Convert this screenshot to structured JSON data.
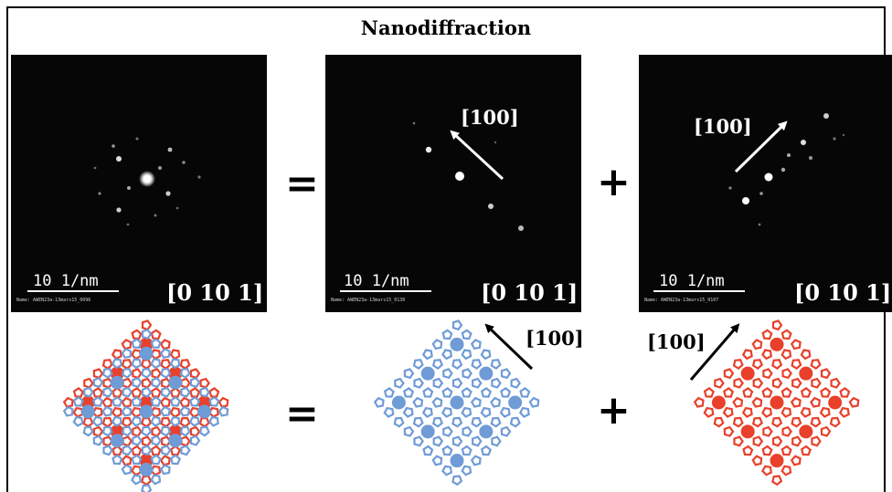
{
  "title": "Nanodiffraction",
  "panels": [
    {
      "scale_label": "10 1/nm",
      "file_name": "Name: AWEN23a-13mars15_0096",
      "zone_axis": "[0 10 1]",
      "direction_label": ""
    },
    {
      "scale_label": "10 1/nm",
      "file_name": "Name: AWEN23a-13mars15_0130",
      "zone_axis": "[0 10 1]",
      "direction_label": "[100]"
    },
    {
      "scale_label": "10 1/nm",
      "file_name": "Name: AWEN23a-13mars15_0107",
      "zone_axis": "[0 10 1]",
      "direction_label": "[100]"
    }
  ],
  "operators": {
    "equals_top": "=",
    "plus_top": "+",
    "equals_bottom": "=",
    "plus_bottom": "+"
  },
  "bottom_labels": {
    "blue_direction": "[100]",
    "red_direction": "[100]"
  },
  "colors": {
    "blue": "#6f9bd6",
    "red": "#e8402a",
    "panel_bg": "#060606",
    "arrow": "#000000"
  }
}
